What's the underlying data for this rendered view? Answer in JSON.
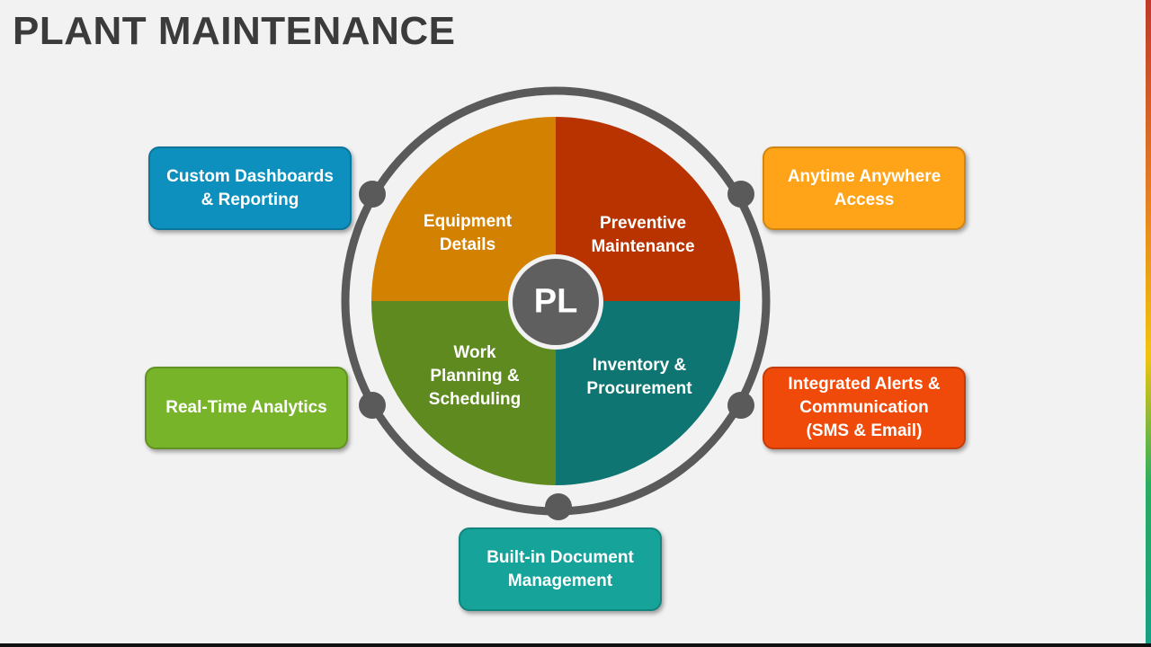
{
  "title": "PLANT MAINTENANCE",
  "center": {
    "label": "PL",
    "color": "#5f5f5f"
  },
  "segments": [
    {
      "label": "Equipment\nDetails",
      "color": "#d38100"
    },
    {
      "label": "Preventive\nMaintenance",
      "color": "#b83300"
    },
    {
      "label": "Work\nPlanning &\nScheduling",
      "color": "#5e8a1f"
    },
    {
      "label": "Inventory &\nProcurement",
      "color": "#0f7572"
    }
  ],
  "boxes": [
    {
      "label": "Custom Dashboards\n& Reporting",
      "color": "#0d90bd"
    },
    {
      "label": "Anytime Anywhere\nAccess",
      "color": "#ffa319"
    },
    {
      "label": "Real-Time Analytics",
      "color": "#78b42a"
    },
    {
      "label": "Integrated Alerts &\nCommunication\n(SMS & Email)",
      "color": "#f04a0a"
    },
    {
      "label": "Built-in Document\nManagement",
      "color": "#15a39a"
    }
  ],
  "ring_color": "#5a5a5a"
}
